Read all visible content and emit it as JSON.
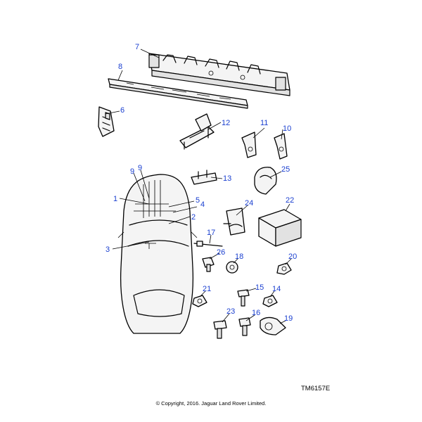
{
  "callouts": [
    "1",
    "2",
    "3",
    "4",
    "5",
    "6",
    "7",
    "8",
    "9",
    "9",
    "10",
    "11",
    "12",
    "13",
    "14",
    "15",
    "16",
    "17",
    "18",
    "19",
    "20",
    "21",
    "22",
    "23",
    "24",
    "25",
    "26"
  ],
  "reference_code": "TM6157E",
  "copyright": "© Copyright, 2016. Jaguar Land Rover Limited.",
  "colors": {
    "callout": "#1a3fd0",
    "line": "#000000",
    "background": "#ffffff"
  }
}
